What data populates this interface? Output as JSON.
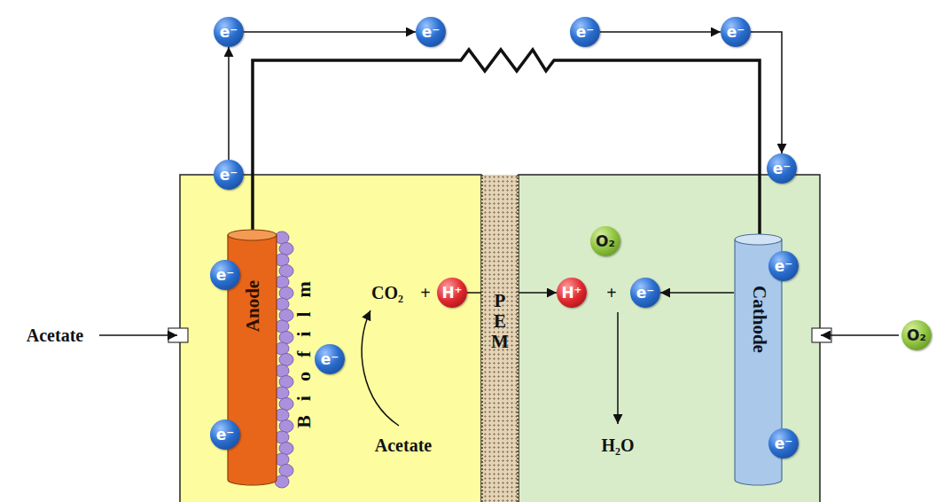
{
  "diagram": {
    "nodes": [
      {
        "text": [
          "e⁻"
        ]
      },
      {
        "text": [
          "e⁻"
        ]
      },
      {
        "text": [
          "e⁻"
        ]
      },
      {
        "text": [
          "e⁻"
        ]
      },
      {
        "text": [
          "e⁻"
        ]
      },
      {
        "text": [
          "e⁻"
        ]
      },
      {
        "text": [
          "O₂"
        ]
      },
      {
        "text": [
          "Anode"
        ]
      },
      {
        "text": [
          "e⁻"
        ]
      },
      {
        "text": [
          "Cathode"
        ]
      },
      {
        "text": [
          "e⁻"
        ]
      },
      {
        "text": [
          "H⁺"
        ]
      },
      {
        "text": [
          "H⁺"
        ]
      },
      {
        "text": [
          "e⁻"
        ]
      },
      {
        "text": [
          "e⁻"
        ]
      },
      {
        "text": [
          "e⁻"
        ]
      },
      {
        "text": [
          "e⁻"
        ]
      },
      {
        "text": [
          "PEM"
        ]
      },
      {
        "text": [
          "O₂"
        ]
      }
    ],
    "edges": [
      {
        "from": 4,
        "to": 0,
        "arrow": "to"
      },
      {
        "from": 0,
        "to": 1,
        "arrow": "to"
      },
      {
        "from": 2,
        "to": 3,
        "arrow": "to"
      },
      {
        "from": 3,
        "to": 5,
        "arrow": "to"
      },
      {
        "from": 11,
        "to": 12,
        "arrow": "to"
      },
      {
        "from": 9,
        "to": 13,
        "arrow": "to"
      }
    ],
    "labels": [
      "Acetate",
      "CO₂",
      "+",
      "+",
      "Biofilm",
      "Acetate",
      "H₂O"
    ]
  }
}
